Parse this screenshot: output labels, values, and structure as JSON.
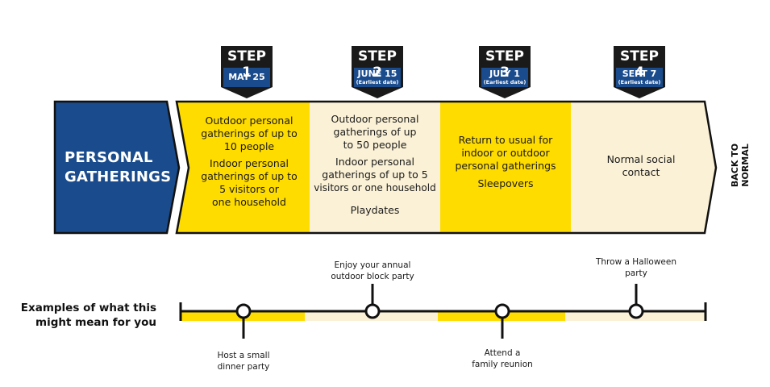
{
  "header": {
    "title_lines": [
      "PERSONAL",
      "GATHERINGS"
    ]
  },
  "steps": [
    {
      "title": "STEP 1",
      "date": "MAY 25",
      "note": ""
    },
    {
      "title": "STEP 2",
      "date": "JUNE 15",
      "note": "(Earliest date)"
    },
    {
      "title": "STEP 3",
      "date": "JULY 1",
      "note": "(Earliest date)"
    },
    {
      "title": "STEP 4",
      "date": "SEPT 7",
      "note": "(Earliest date)"
    }
  ],
  "phases": [
    {
      "lines": [
        "Outdoor personal",
        "gatherings of up to",
        "10 people",
        "",
        "Indoor personal",
        "gatherings of up to",
        "5 visitors or",
        "one household"
      ]
    },
    {
      "lines": [
        "Outdoor personal",
        "gatherings of up",
        "to 50 people",
        "",
        "Indoor personal",
        "gatherings of up to 5",
        "visitors or one household",
        "",
        "Playdates"
      ]
    },
    {
      "lines": [
        "Return to usual for",
        "indoor or outdoor",
        "personal gatherings",
        "",
        "Sleepovers"
      ]
    },
    {
      "lines": [
        "Normal social",
        "contact"
      ]
    }
  ],
  "end_label": [
    "BACK TO",
    "NORMAL"
  ],
  "examples_label": [
    "Examples of what this",
    "might mean for you"
  ],
  "events_below": [
    {
      "lines": [
        "Host a small",
        "dinner party"
      ]
    },
    {
      "lines": [
        "Attend a",
        "family reunion"
      ]
    }
  ],
  "events_above": [
    {
      "lines": [
        "Enjoy your annual",
        "outdoor block party"
      ]
    },
    {
      "lines": [
        "Throw a Halloween",
        "party"
      ]
    }
  ],
  "colors": {
    "navy": "#1a4b8c",
    "yellow": "#ffdc00",
    "cream": "#fbf1d6",
    "outline": "#111111"
  }
}
